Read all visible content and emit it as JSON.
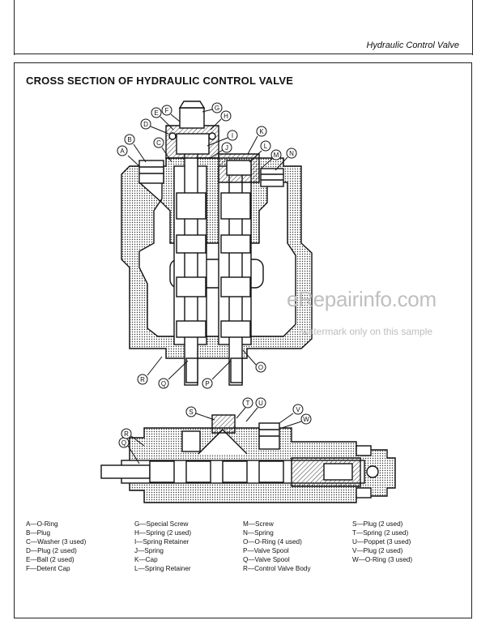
{
  "header": {
    "title": "Hydraulic Control Valve"
  },
  "section": {
    "title": "CROSS SECTION OF HYDRAULIC CONTROL VALVE"
  },
  "callouts_top": [
    "A",
    "B",
    "C",
    "D",
    "E",
    "F",
    "G",
    "H",
    "I",
    "J",
    "K",
    "L",
    "M",
    "N",
    "O",
    "P",
    "Q",
    "R"
  ],
  "callouts_bottom": [
    "S",
    "T",
    "U",
    "V",
    "W",
    "Q",
    "R"
  ],
  "legend": {
    "col1": [
      "A—O-Ring",
      "B—Plug",
      "C—Washer (3 used)",
      "D—Plug (2 used)",
      "E—Ball (2 used)",
      "F—Detent Cap"
    ],
    "col2": [
      "G—Special Screw",
      "H—Spring (2 used)",
      "I—Spring Retainer",
      "J—Spring",
      "K—Cap",
      "L—Spring Retainer"
    ],
    "col3": [
      "M—Screw",
      "N—Spring",
      "O—O-Ring (4 used)",
      "P—Valve Spool",
      "Q—Valve Spool",
      "R—Control Valve Body"
    ],
    "col4": [
      "S—Plug (2 used)",
      "T—Spring (2 used)",
      "U—Poppet (3 used)",
      "V—Plug (2 used)",
      "W—O-Ring (3 used)"
    ]
  },
  "watermark": {
    "line1": "eRepairinfo.com",
    "line2": "watermark only on this sample"
  },
  "colors": {
    "line": "#111111",
    "hatch": "#555555",
    "watermark": "#bdbdbd"
  }
}
